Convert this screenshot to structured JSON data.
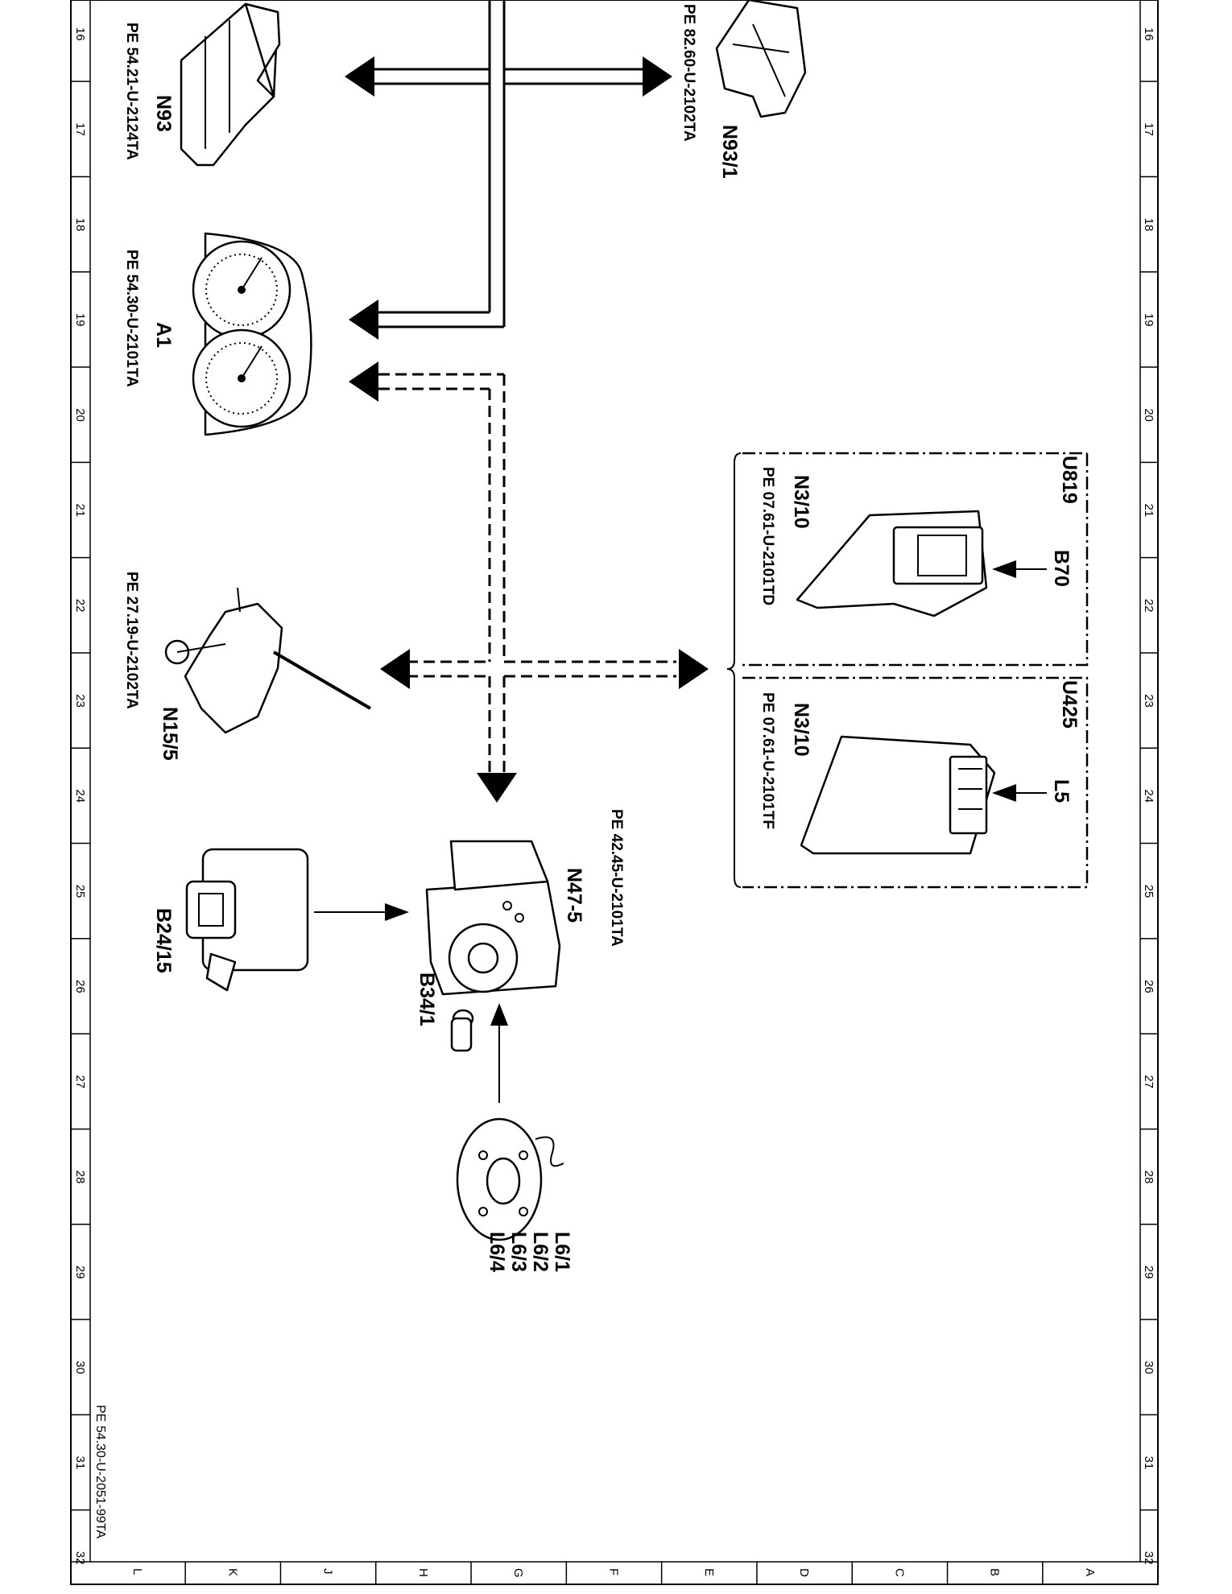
{
  "rows": [
    "16",
    "17",
    "18",
    "19",
    "20",
    "21",
    "22",
    "23",
    "24",
    "25",
    "26",
    "27",
    "28",
    "29",
    "30",
    "31",
    "32"
  ],
  "columns": [
    "L",
    "K",
    "J",
    "H",
    "G",
    "F",
    "E",
    "D",
    "C",
    "B",
    "A"
  ],
  "components": {
    "n93": {
      "label": "N93",
      "ref": "PE 54.21-U-2124TA"
    },
    "n93_1": {
      "label": "N93/1",
      "ref": "PE 82.60-U-2102TA"
    },
    "a1": {
      "label": "A1",
      "ref": "PE 54.30-U-2101TA"
    },
    "n15_5": {
      "label": "N15/5",
      "ref": "PE 27.19-U-2102TA"
    },
    "b24_15": {
      "label": "B24/15"
    },
    "n47_5": {
      "label": "N47-5",
      "ref": "PE 42.45-U-2101TA"
    },
    "b34_1": {
      "label": "B34/1"
    },
    "l6": {
      "labels": [
        "L6/1",
        "L6/2",
        "L6/3",
        "L6/4"
      ]
    },
    "u819": {
      "label": "U819",
      "sensor": "B70",
      "module": "N3/10",
      "ref": "PE 07.61-U-2101TD"
    },
    "u425": {
      "label": "U425",
      "sensor": "L5",
      "module": "N3/10",
      "ref": "PE 07.61-U-2101TF"
    }
  },
  "document_ref": "PE 54.30-U-2051-99TA"
}
